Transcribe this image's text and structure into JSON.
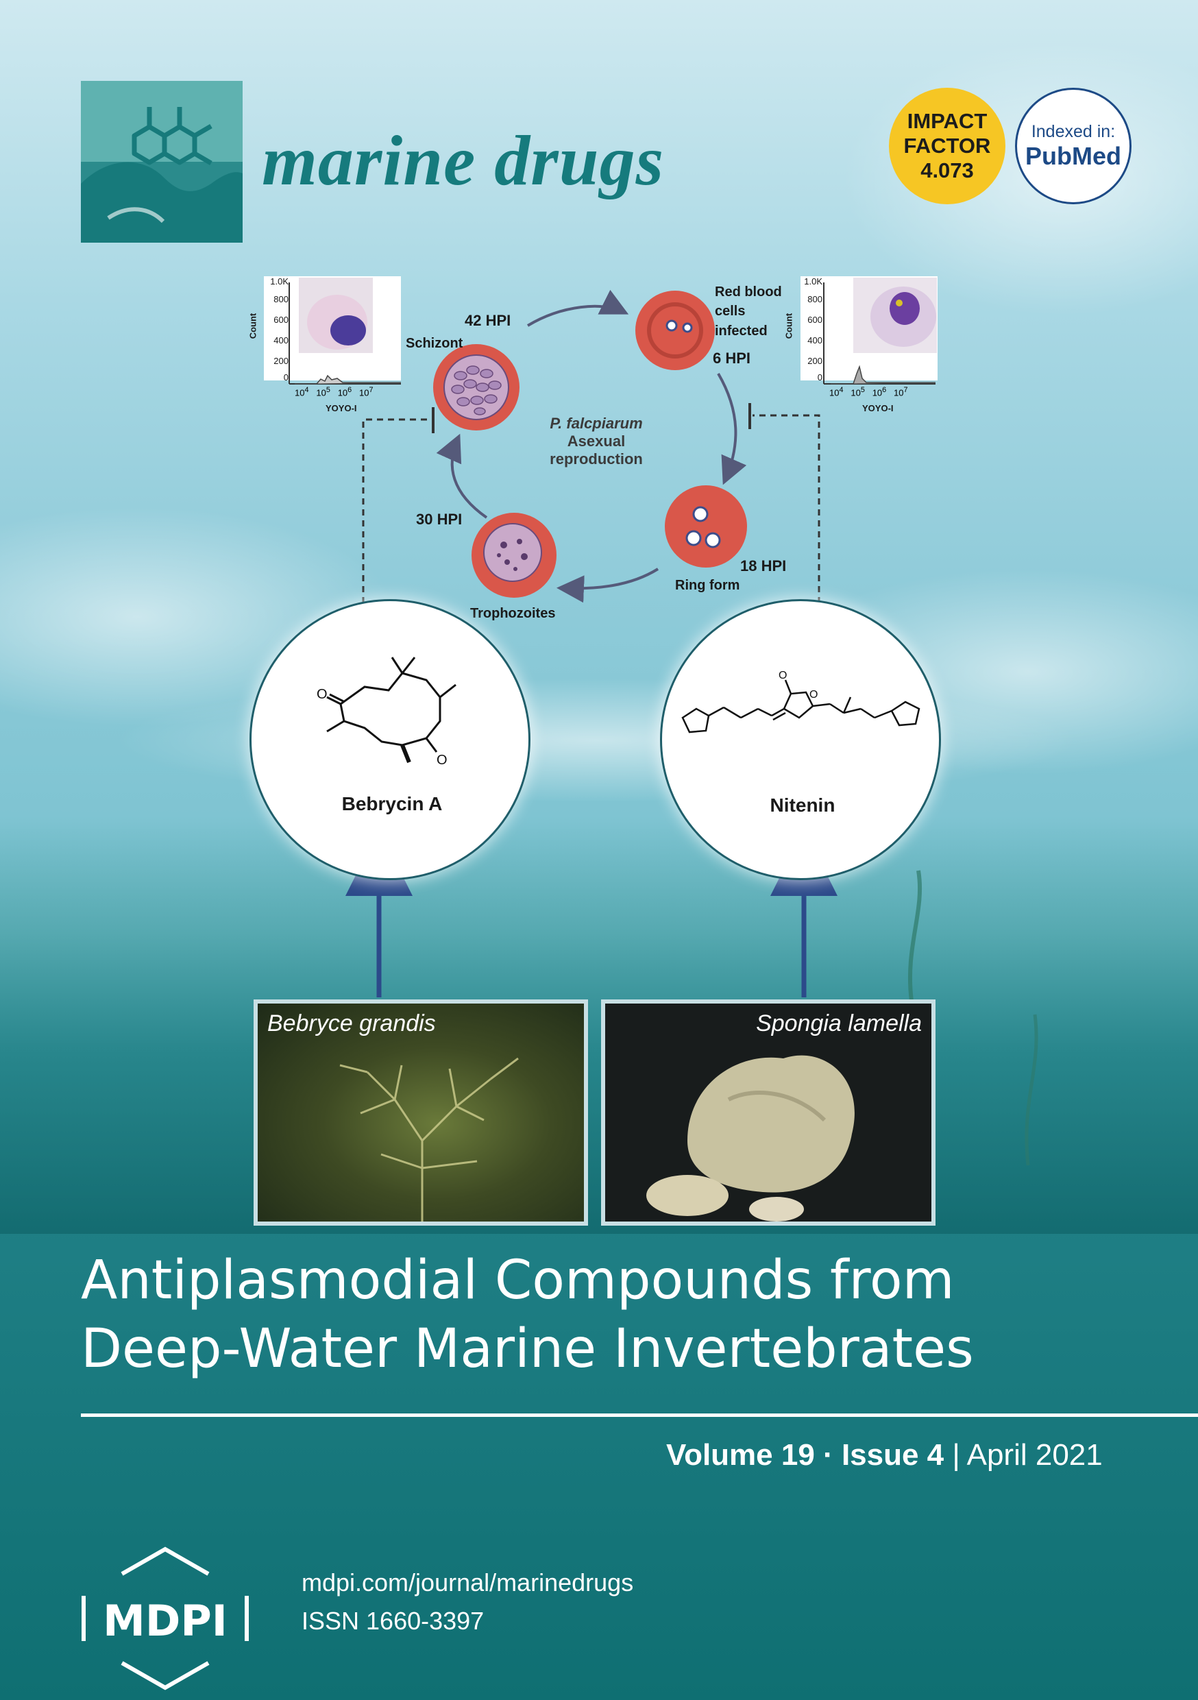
{
  "journal": {
    "title": "marine drugs"
  },
  "impact_factor": {
    "line1": "IMPACT",
    "line2": "FACTOR",
    "value": "4.073"
  },
  "indexed": {
    "label": "Indexed in:",
    "name": "PubMed"
  },
  "figure": {
    "stages": {
      "h42": "42 HPI",
      "h6": "6 HPI",
      "h18": "18 HPI",
      "h30": "30 HPI",
      "schizont": "Schizont",
      "rbc1": "Red blood",
      "rbc2": "cells",
      "rbc3": "infected",
      "ring": "Ring form",
      "tropho": "Trophozoites"
    },
    "center": {
      "species": "P. falcpiarum",
      "line2": "Asexual",
      "line3": "reproduction"
    },
    "histogram_left": {
      "y_label": "Count",
      "x_label": "YOYO-I",
      "y_ticks": [
        "1.0K",
        "800",
        "600",
        "400",
        "200",
        "0"
      ],
      "x_ticks": [
        "10",
        "4",
        "10",
        "5",
        "10",
        "6",
        "10",
        "7"
      ]
    },
    "histogram_right": {
      "y_label": "Count",
      "x_label": "YOYO-I",
      "y_ticks": [
        "1.0K",
        "800",
        "600",
        "400",
        "200",
        "0"
      ],
      "x_ticks": [
        "10",
        "4",
        "10",
        "5",
        "10",
        "6",
        "10",
        "7"
      ]
    },
    "compounds": {
      "left": "Bebrycin A",
      "right": "Nitenin"
    },
    "photos": {
      "left": "Bebryce grandis",
      "right": "Spongia lamella"
    }
  },
  "headline": {
    "line1": "Antiplasmodial Compounds from",
    "line2": "Deep-Water Marine Invertebrates"
  },
  "issue": {
    "volume": "Volume 19",
    "sep": " · ",
    "issue": "Issue 4",
    "bar": " | ",
    "date": "April 2021"
  },
  "footer": {
    "logo": "MDPI",
    "url": "mdpi.com/journal/marinedrugs",
    "issn": "ISSN 1660-3397"
  }
}
